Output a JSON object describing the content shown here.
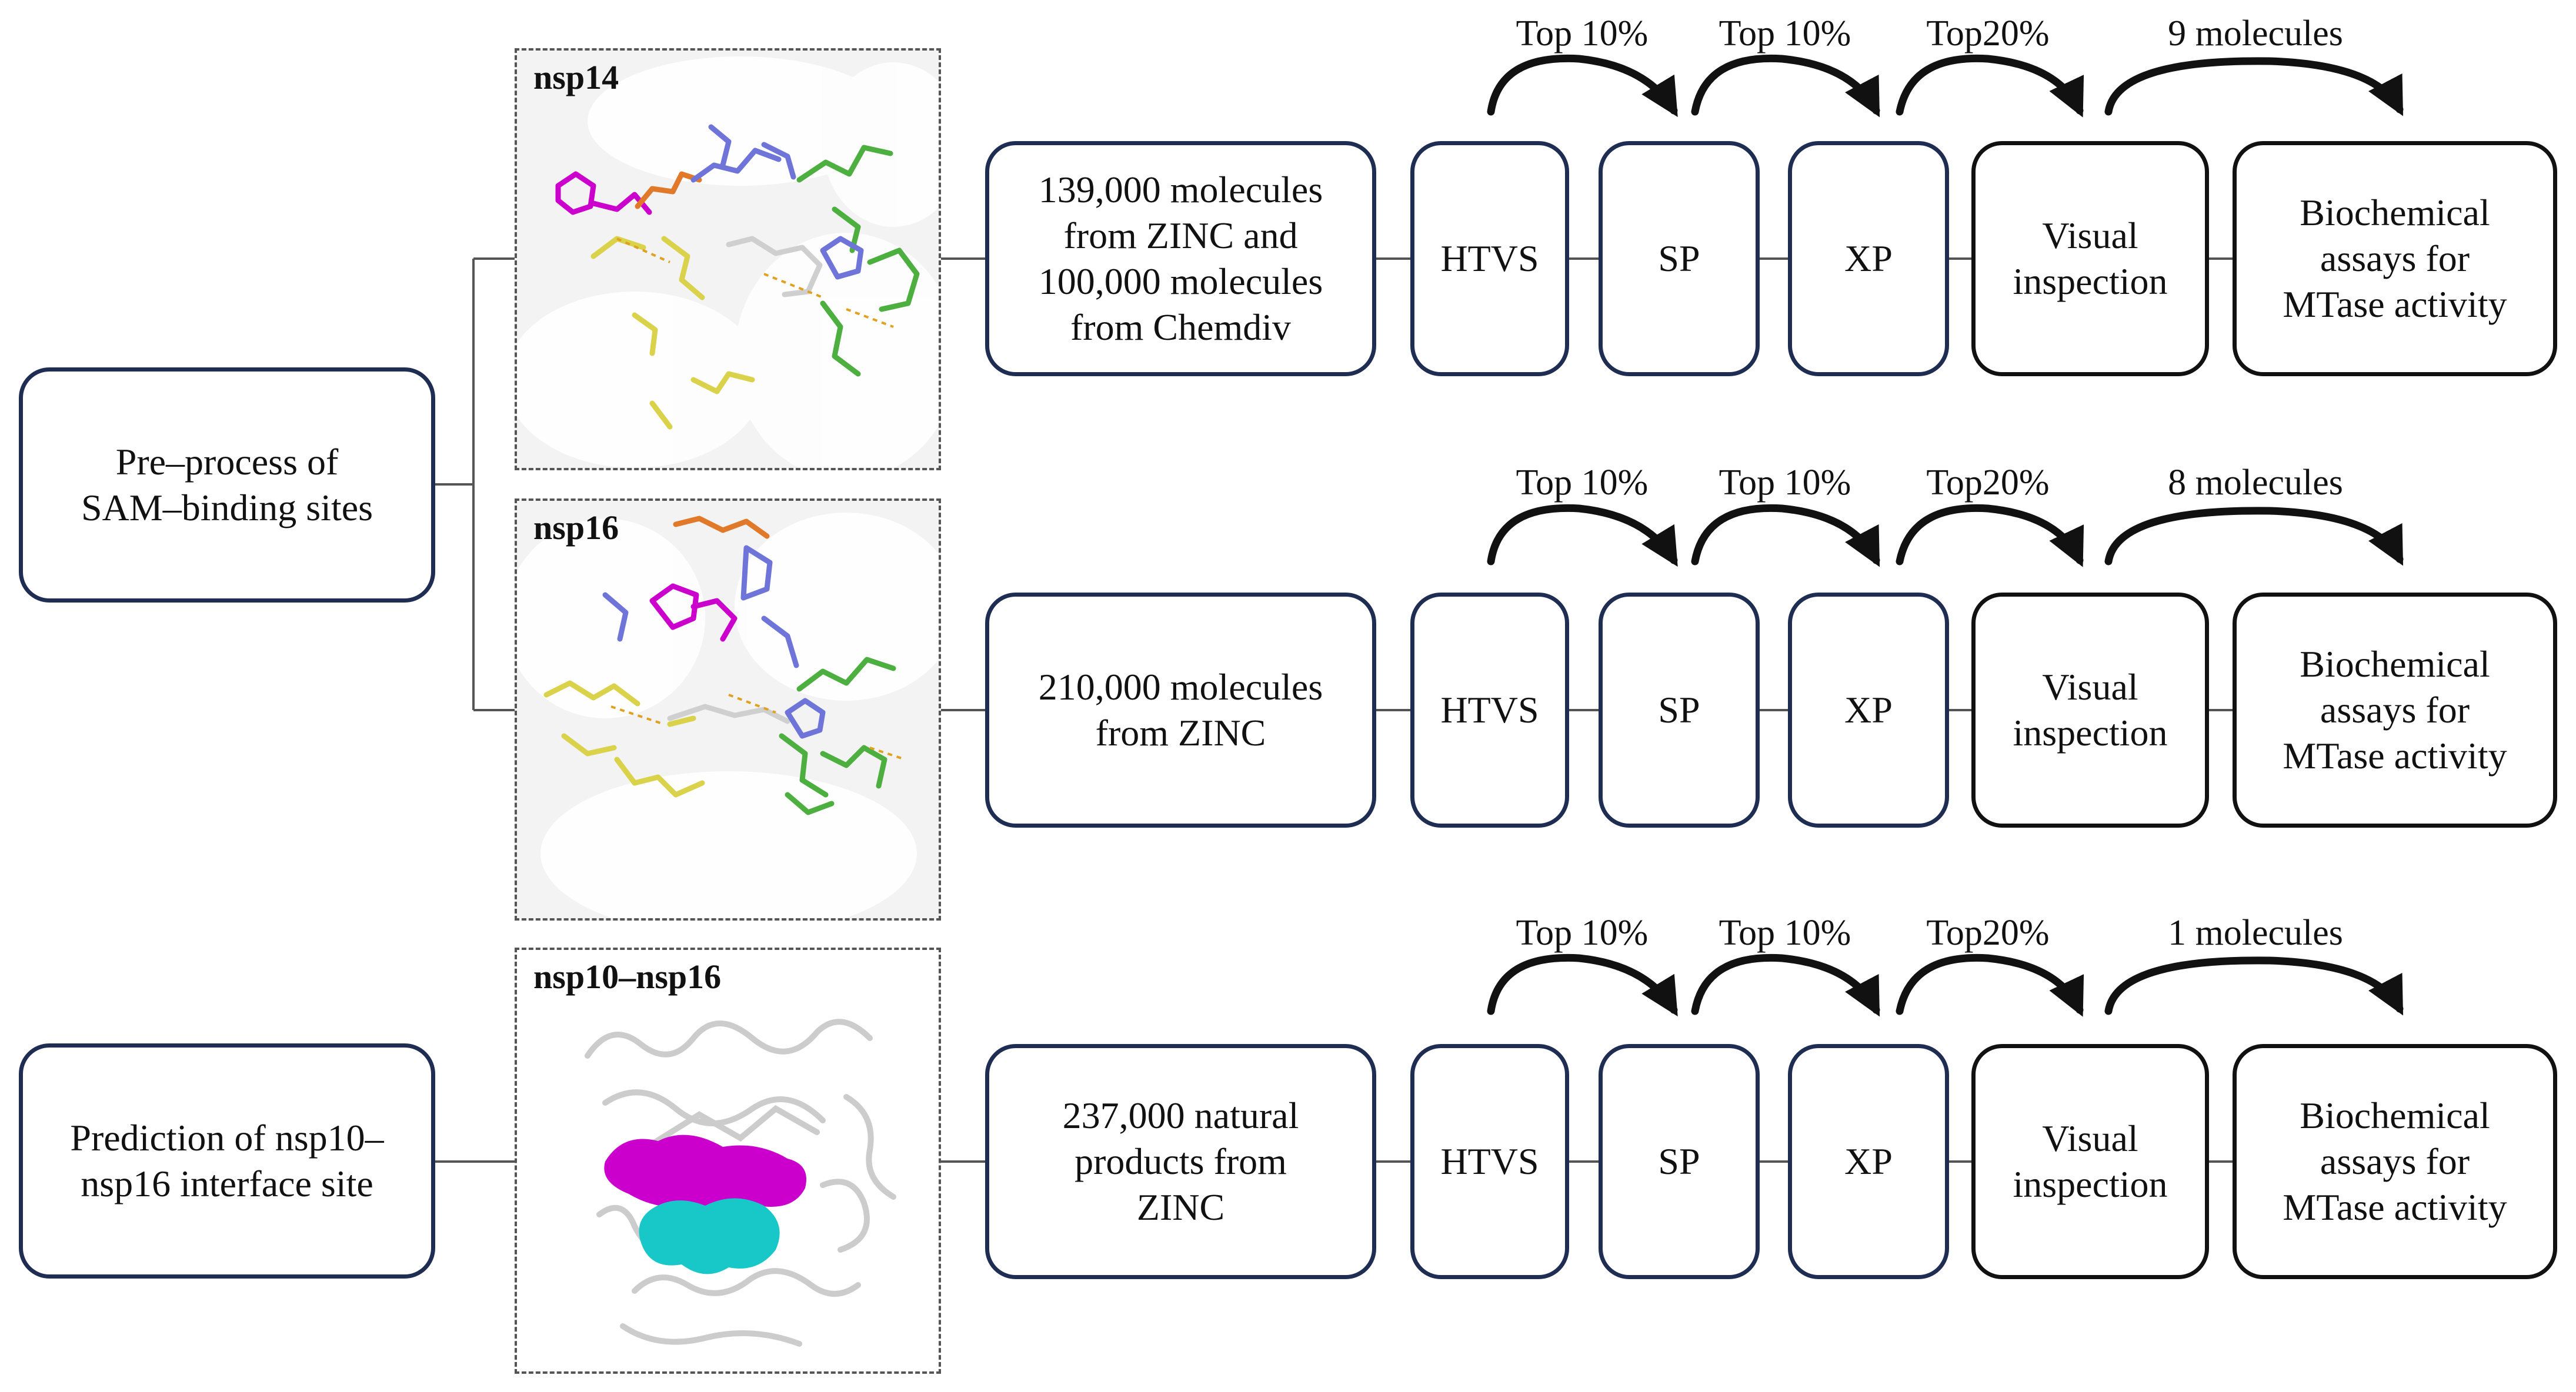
{
  "colors": {
    "box_border_blue": "#1f2d52",
    "box_border_black": "#111111",
    "magenta": "#cc00cc",
    "cyan": "#18c8c8",
    "yellow_sticks": "#d9d24a",
    "green_sticks": "#4caf3f",
    "blue_sticks": "#6f75d8",
    "orange_sticks": "#e07a2a"
  },
  "left_boxes": {
    "sam_preprocess": "Pre–process of\nSAM–binding sites",
    "interface_prediction": "Prediction of nsp10–\nnsp16 interface site"
  },
  "panels": {
    "nsp14": "nsp14",
    "nsp16": "nsp16",
    "nsp10_nsp16": "nsp10–nsp16"
  },
  "rows": [
    {
      "library": "139,000 molecules\nfrom ZINC and\n100,000 molecules\nfrom Chemdiv",
      "steps": [
        "HTVS",
        "SP",
        "XP"
      ],
      "visual": "Visual\ninspection",
      "assay": "Biochemical\nassays for\nMTase activity",
      "arrow_labels": [
        "Top 10%",
        "Top 10%",
        "Top20%",
        "9 molecules"
      ]
    },
    {
      "library": "210,000 molecules\nfrom ZINC",
      "steps": [
        "HTVS",
        "SP",
        "XP"
      ],
      "visual": "Visual\ninspection",
      "assay": "Biochemical\nassays for\nMTase activity",
      "arrow_labels": [
        "Top 10%",
        "Top 10%",
        "Top20%",
        "8 molecules"
      ]
    },
    {
      "library": "237,000 natural\nproducts from\nZINC",
      "steps": [
        "HTVS",
        "SP",
        "XP"
      ],
      "visual": "Visual\ninspection",
      "assay": "Biochemical\nassays for\nMTase activity",
      "arrow_labels": [
        "Top 10%",
        "Top 10%",
        "Top20%",
        "1 molecules"
      ]
    }
  ]
}
